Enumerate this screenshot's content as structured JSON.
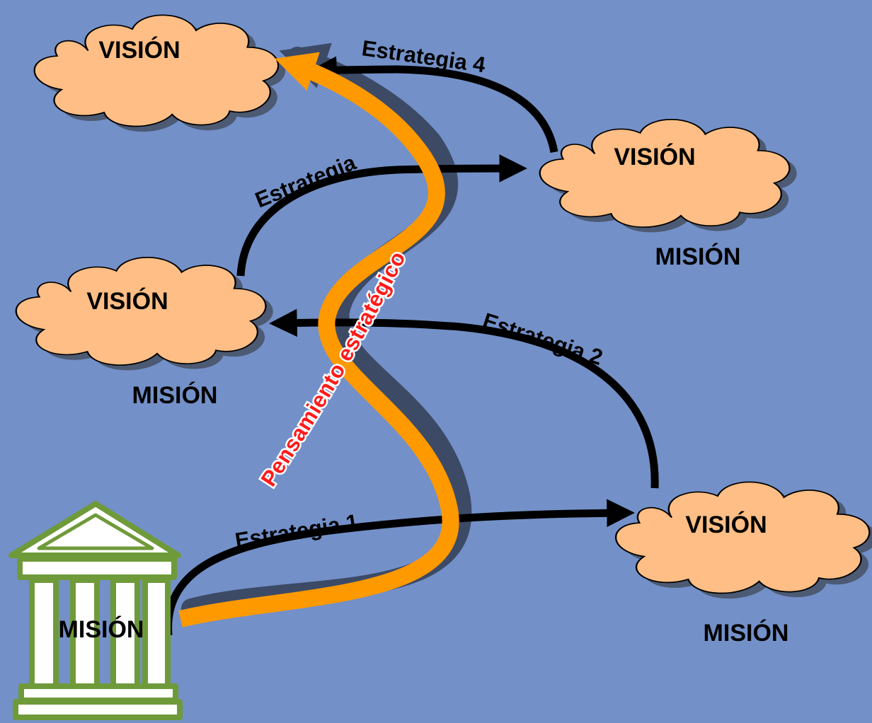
{
  "colors": {
    "background": "#7390c8",
    "cloud_fill": "#ffbe85",
    "cloud_stroke": "#000000",
    "cloud_shadow": "#4c5a73",
    "arrow": "#000000",
    "thinking_path": "#ff9900",
    "thinking_shadow": "#3c4a66",
    "temple_fill": "#ffffff",
    "temple_stroke": "#6f9a3a",
    "thinking_text": "#ff1a1a"
  },
  "clouds": [
    {
      "id": "top-left",
      "title": "VISIÓN",
      "subtitle": ""
    },
    {
      "id": "right-upper",
      "title": "VISIÓN",
      "subtitle": "MISIÓN"
    },
    {
      "id": "left-middle",
      "title": "VISIÓN",
      "subtitle": "MISIÓN"
    },
    {
      "id": "right-lower",
      "title": "VISIÓN",
      "subtitle": "MISIÓN"
    }
  ],
  "temple": {
    "label": "MISIÓN",
    "icon": "temple-icon"
  },
  "strategies": [
    {
      "label": "Estrategia 1"
    },
    {
      "label": "Estrategia 2"
    },
    {
      "label": "Estrategia"
    },
    {
      "label": "Estrategia 4"
    }
  ],
  "thinking_path": {
    "label": "Pensamiento estratégico"
  }
}
